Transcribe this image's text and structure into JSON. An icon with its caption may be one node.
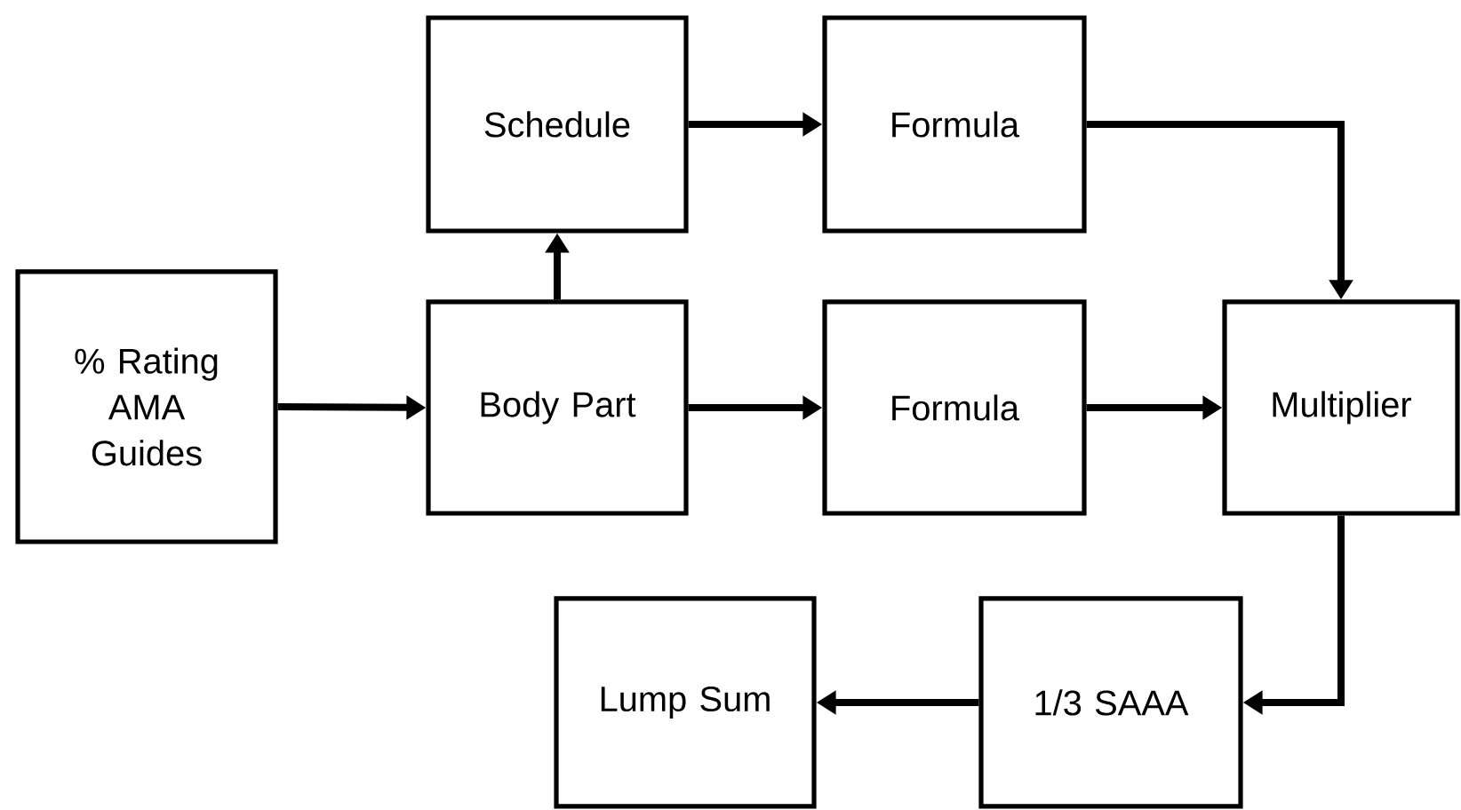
{
  "diagram": {
    "nodes": [
      {
        "text": [
          "% Rating AMA Guides"
        ]
      },
      {
        "text": [
          "Schedule"
        ]
      },
      {
        "text": [
          "Formula"
        ]
      },
      {
        "text": [
          "Body Part"
        ]
      },
      {
        "text": [
          "Formula"
        ]
      },
      {
        "text": [
          "Multiplier"
        ]
      },
      {
        "text": [
          "Lump Sum"
        ]
      },
      {
        "text": [
          "1/3 SAAA"
        ]
      }
    ],
    "edges": [
      {
        "from": 0,
        "to": 3,
        "arrow": "to"
      },
      {
        "from": 3,
        "to": 1,
        "arrow": "to"
      },
      {
        "from": 1,
        "to": 2,
        "arrow": "to"
      },
      {
        "from": 2,
        "to": 5,
        "arrow": "to"
      },
      {
        "from": 3,
        "to": 4,
        "arrow": "to"
      },
      {
        "from": 4,
        "to": 5,
        "arrow": "to"
      },
      {
        "from": 5,
        "to": 7,
        "arrow": "to"
      },
      {
        "from": 7,
        "to": 6,
        "arrow": "to"
      }
    ]
  }
}
